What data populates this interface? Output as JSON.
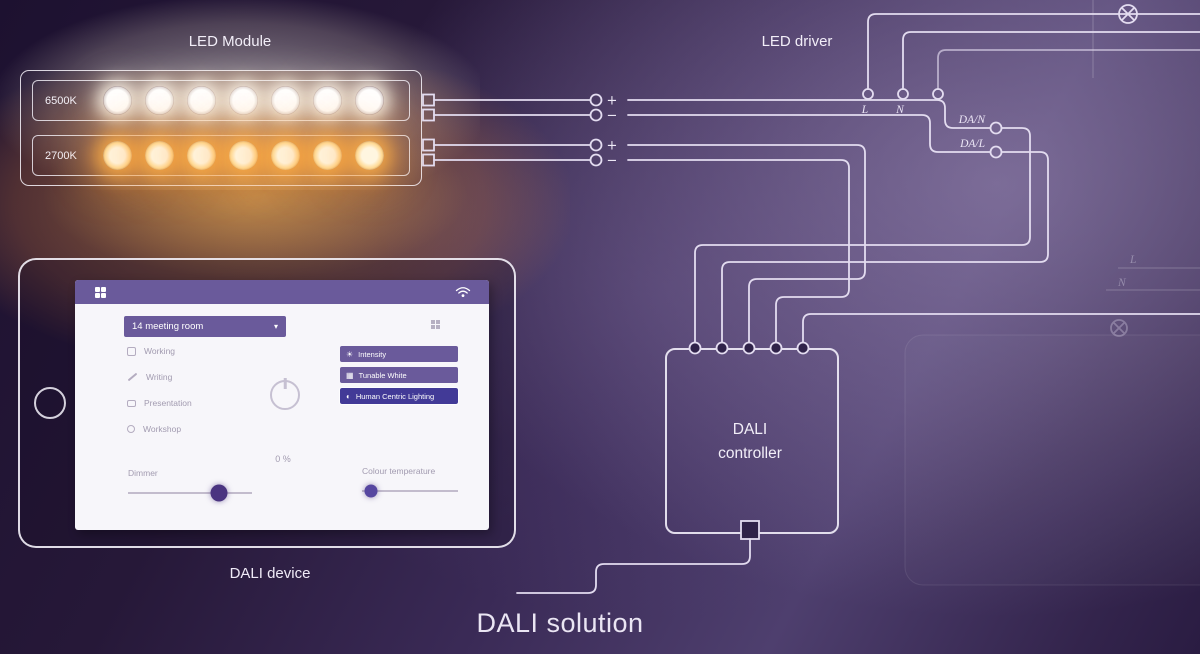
{
  "title": "DALI solution",
  "icons": {
    "chevron_down": "▾",
    "intensity": "☀",
    "tunable_white": "▦",
    "hcl": "◐"
  },
  "led_module": {
    "label": "LED Module",
    "rows": [
      {
        "temp": "6500K"
      },
      {
        "temp": "2700K"
      }
    ]
  },
  "led_driver": {
    "label": "LED driver",
    "polarity": {
      "plus": "+",
      "minus": "−"
    },
    "terminals": {
      "l": "L",
      "n": "N",
      "da_n": "DA/N",
      "da_l": "DA/L"
    }
  },
  "dali_controller": {
    "label": "DALI controller"
  },
  "dali_device": {
    "label": "DALI device",
    "app": {
      "room": "14 meeting room",
      "scenes": [
        "Working",
        "Writing",
        "Presentation",
        "Workshop"
      ],
      "modes": [
        "Intensity",
        "Tunable White",
        "Human Centric Lighting"
      ],
      "level": "0 %",
      "dimmer": "Dimmer",
      "colour": "Colour temperature"
    }
  },
  "background": {
    "l": "L",
    "n": "N"
  }
}
